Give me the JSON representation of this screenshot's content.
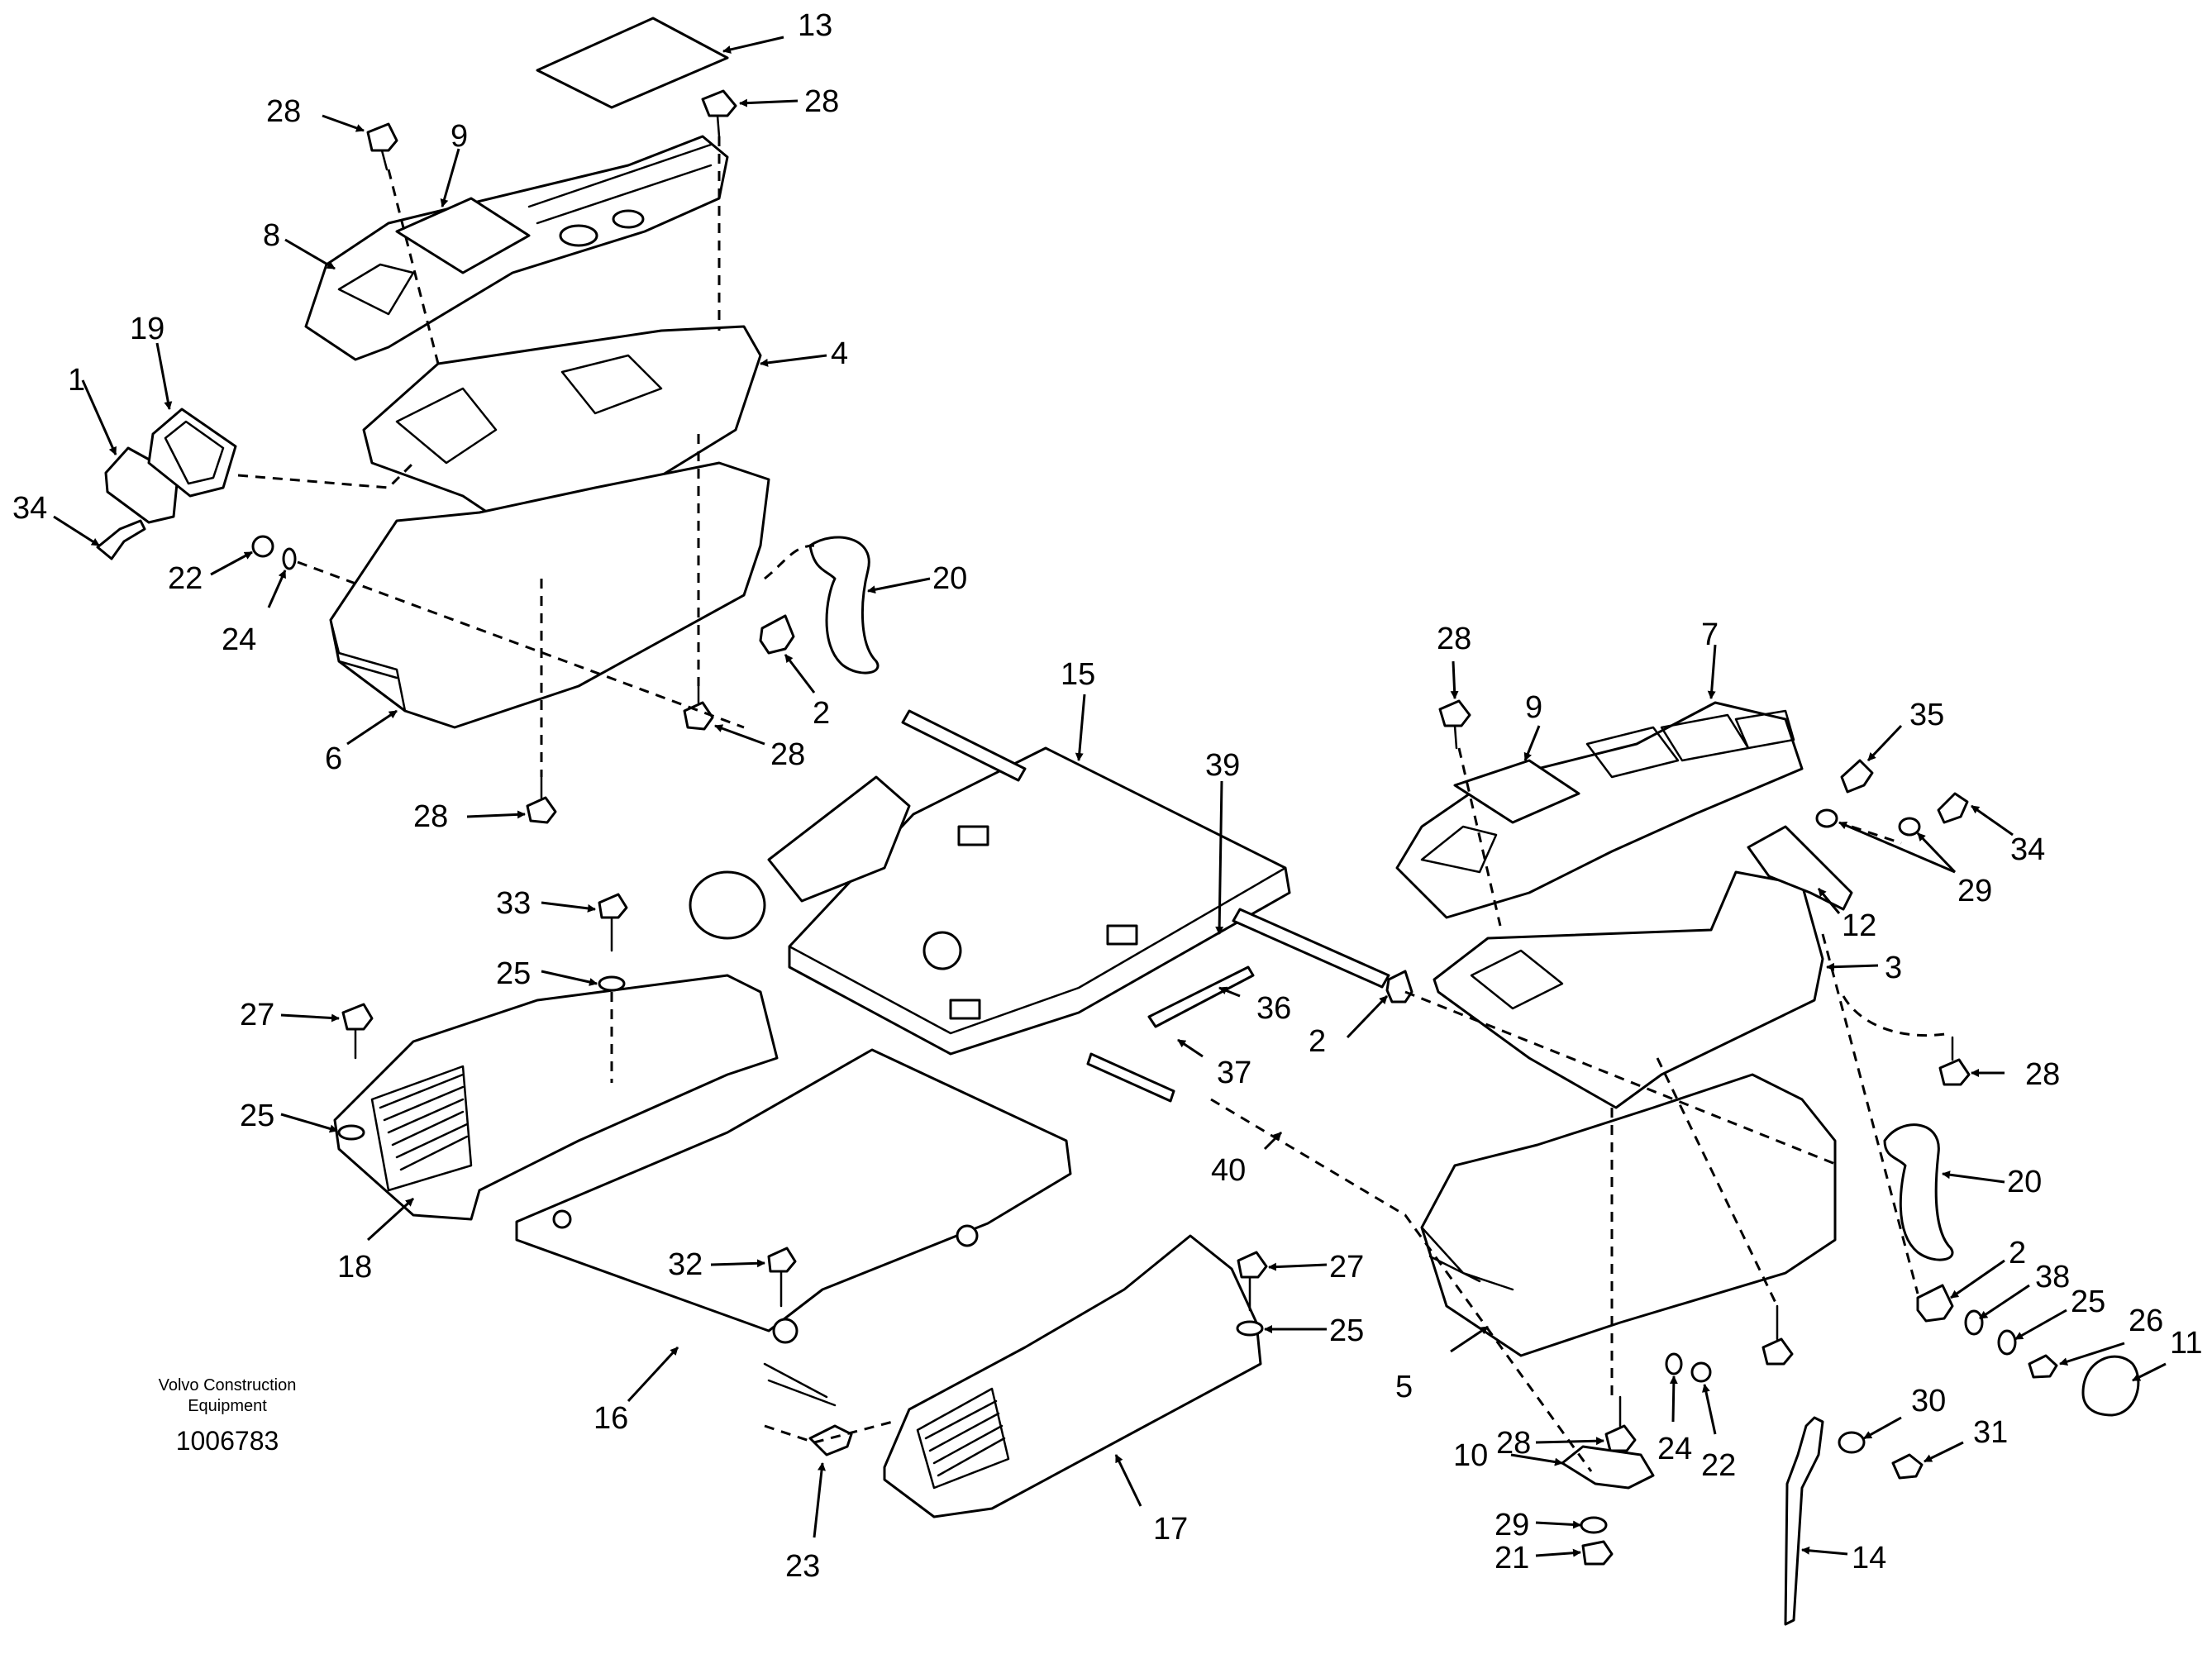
{
  "diagram": {
    "type": "exploded-parts-view",
    "callouts": [
      "1",
      "2",
      "3",
      "4",
      "5",
      "6",
      "7",
      "8",
      "9",
      "10",
      "11",
      "12",
      "13",
      "14",
      "15",
      "16",
      "17",
      "18",
      "19",
      "20",
      "21",
      "22",
      "23",
      "24",
      "25",
      "26",
      "27",
      "28",
      "29",
      "30",
      "31",
      "32",
      "33",
      "34",
      "35",
      "36",
      "37",
      "38",
      "39",
      "40"
    ]
  },
  "credit": {
    "line1": "Volvo Construction",
    "line2": "Equipment",
    "drawing_number": "1006783"
  }
}
